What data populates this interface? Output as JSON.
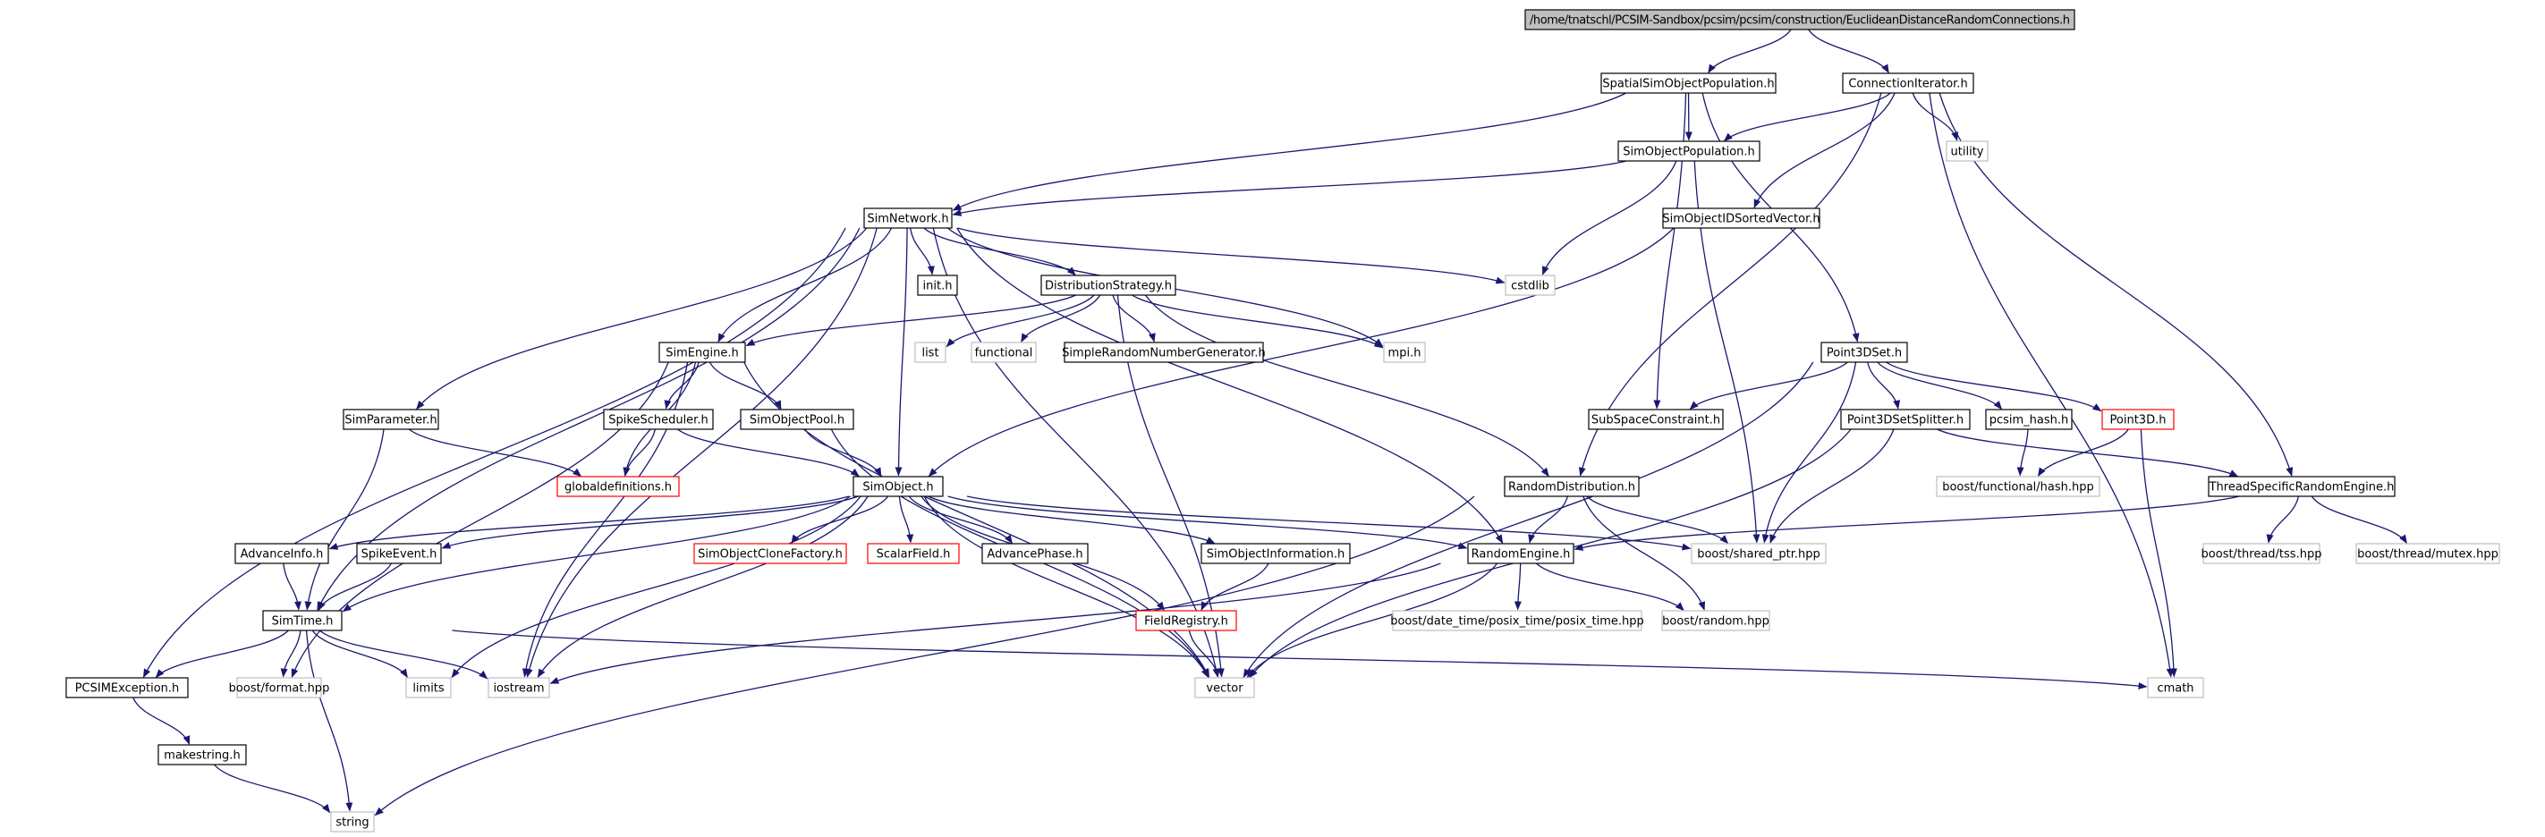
{
  "diagram": {
    "title": "/home/tnatschl/PCSIM-Sandbox/pcsim/pcsim/construction/EuclideanDistanceRandomConnections.h",
    "colors": {
      "edge": "#191970",
      "root_fill": "#bfbfbf",
      "root_stroke": "#000000",
      "documented_stroke": "#000000",
      "undocumented_stroke": "#ff0000",
      "system_stroke": "#bfbfbf",
      "node_fill": "#ffffff"
    },
    "nodes": [
      {
        "id": "root",
        "label": "/home/tnatschl/PCSIM-Sandbox/pcsim/pcsim/construction/EuclideanDistanceRandomConnections.h",
        "kind": "root"
      },
      {
        "id": "sso_pop",
        "label": "SpatialSimObjectPopulation.h",
        "kind": "doc"
      },
      {
        "id": "conn_iter",
        "label": "ConnectionIterator.h",
        "kind": "doc"
      },
      {
        "id": "sim_obj_pop",
        "label": "SimObjectPopulation.h",
        "kind": "doc"
      },
      {
        "id": "utility",
        "label": "utility",
        "kind": "sys"
      },
      {
        "id": "simnet",
        "label": "SimNetwork.h",
        "kind": "doc"
      },
      {
        "id": "soid",
        "label": "SimObjectIDSortedVector.h",
        "kind": "doc"
      },
      {
        "id": "init",
        "label": "init.h",
        "kind": "doc"
      },
      {
        "id": "diststrat",
        "label": "DistributionStrategy.h",
        "kind": "doc"
      },
      {
        "id": "cstdlib",
        "label": "cstdlib",
        "kind": "sys"
      },
      {
        "id": "simengine",
        "label": "SimEngine.h",
        "kind": "doc"
      },
      {
        "id": "list",
        "label": "list",
        "kind": "sys"
      },
      {
        "id": "functional",
        "label": "functional",
        "kind": "sys"
      },
      {
        "id": "srng",
        "label": "SimpleRandomNumberGenerator.h",
        "kind": "doc"
      },
      {
        "id": "mpi",
        "label": "mpi.h",
        "kind": "sys"
      },
      {
        "id": "p3dset",
        "label": "Point3DSet.h",
        "kind": "doc"
      },
      {
        "id": "simparam",
        "label": "SimParameter.h",
        "kind": "doc"
      },
      {
        "id": "spikesched",
        "label": "SpikeScheduler.h",
        "kind": "doc"
      },
      {
        "id": "sopool",
        "label": "SimObjectPool.h",
        "kind": "doc"
      },
      {
        "id": "subspace",
        "label": "SubSpaceConstraint.h",
        "kind": "doc"
      },
      {
        "id": "p3dsplit",
        "label": "Point3DSetSplitter.h",
        "kind": "doc"
      },
      {
        "id": "pcsimhash",
        "label": "pcsim_hash.h",
        "kind": "doc"
      },
      {
        "id": "point3d",
        "label": "Point3D.h",
        "kind": "undoc"
      },
      {
        "id": "globaldefs",
        "label": "globaldefinitions.h",
        "kind": "undoc"
      },
      {
        "id": "simobject",
        "label": "SimObject.h",
        "kind": "doc"
      },
      {
        "id": "randdist",
        "label": "RandomDistribution.h",
        "kind": "doc"
      },
      {
        "id": "bfhash",
        "label": "boost/functional/hash.hpp",
        "kind": "sys"
      },
      {
        "id": "tsre",
        "label": "ThreadSpecificRandomEngine.h",
        "kind": "doc"
      },
      {
        "id": "advinfo",
        "label": "AdvanceInfo.h",
        "kind": "doc"
      },
      {
        "id": "spikeevent",
        "label": "SpikeEvent.h",
        "kind": "doc"
      },
      {
        "id": "socf",
        "label": "SimObjectCloneFactory.h",
        "kind": "undoc"
      },
      {
        "id": "scalarfield",
        "label": "ScalarField.h",
        "kind": "undoc"
      },
      {
        "id": "advphase",
        "label": "AdvancePhase.h",
        "kind": "doc"
      },
      {
        "id": "soinfo",
        "label": "SimObjectInformation.h",
        "kind": "doc"
      },
      {
        "id": "randengine",
        "label": "RandomEngine.h",
        "kind": "doc"
      },
      {
        "id": "bshared",
        "label": "boost/shared_ptr.hpp",
        "kind": "sys"
      },
      {
        "id": "btss",
        "label": "boost/thread/tss.hpp",
        "kind": "sys"
      },
      {
        "id": "bmutex",
        "label": "boost/thread/mutex.hpp",
        "kind": "sys"
      },
      {
        "id": "simtime",
        "label": "SimTime.h",
        "kind": "doc"
      },
      {
        "id": "fieldreg",
        "label": "FieldRegistry.h",
        "kind": "undoc"
      },
      {
        "id": "bposix",
        "label": "boost/date_time/posix_time/posix_time.hpp",
        "kind": "sys"
      },
      {
        "id": "brandom",
        "label": "boost/random.hpp",
        "kind": "sys"
      },
      {
        "id": "pcsimexc",
        "label": "PCSIMException.h",
        "kind": "doc"
      },
      {
        "id": "bformat",
        "label": "boost/format.hpp",
        "kind": "sys"
      },
      {
        "id": "limits",
        "label": "limits",
        "kind": "sys"
      },
      {
        "id": "iostream",
        "label": "iostream",
        "kind": "sys"
      },
      {
        "id": "vector",
        "label": "vector",
        "kind": "sys"
      },
      {
        "id": "cmath",
        "label": "cmath",
        "kind": "sys"
      },
      {
        "id": "makestring",
        "label": "makestring.h",
        "kind": "doc"
      },
      {
        "id": "string",
        "label": "string",
        "kind": "sys"
      }
    ]
  }
}
